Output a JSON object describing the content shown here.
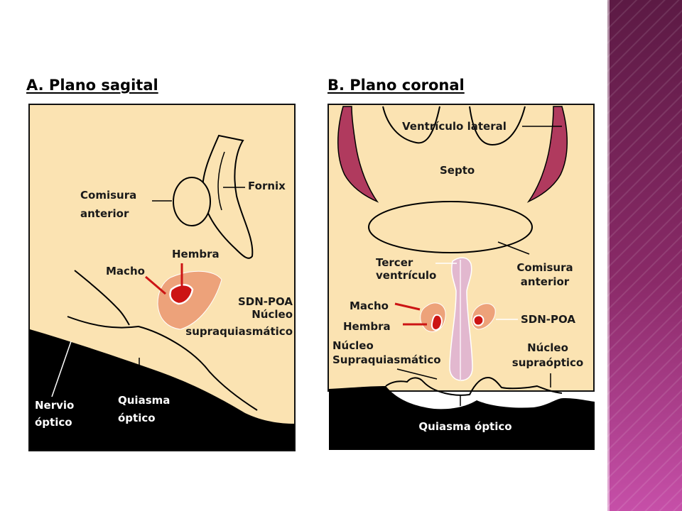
{
  "panel_a": {
    "title": "A. Plano sagital",
    "labels": {
      "fornix": "Fornix",
      "comisura_1": "Comisura",
      "comisura_2": "anterior",
      "hembra": "Hembra",
      "macho": "Macho",
      "sdn_poa": "SDN-POA",
      "nucleo": "Núcleo",
      "supra": "supraquiasmático",
      "nervio_1": "Nervio",
      "nervio_2": "óptico",
      "quiasma_1": "Quiasma",
      "quiasma_2": "óptico"
    }
  },
  "panel_b": {
    "title": "B. Plano coronal",
    "labels": {
      "ventriculo": "Ventrículo  lateral",
      "septo": "Septo",
      "tercer_1": "Tercer",
      "tercer_2": "ventrículo",
      "comisura_1": "Comisura",
      "comisura_2": "anterior",
      "macho": "Macho",
      "hembra": "Hembra",
      "sdn_poa": "SDN-POA",
      "nucleo_1": "Núcleo",
      "nucleo_2": "Supraquiasmático",
      "nucleo_opt_1": "Núcleo",
      "nucleo_opt_2": "supraóptico",
      "quiasma": "Quiasma óptico"
    }
  },
  "colors": {
    "tissue": "#fbe3b2",
    "nucleus": "#eda27a",
    "red": "#cc1414",
    "ventricle": "#b03a5e",
    "third_ventricle": "#e2b8cf",
    "side_strip": "#6b1d4f"
  }
}
